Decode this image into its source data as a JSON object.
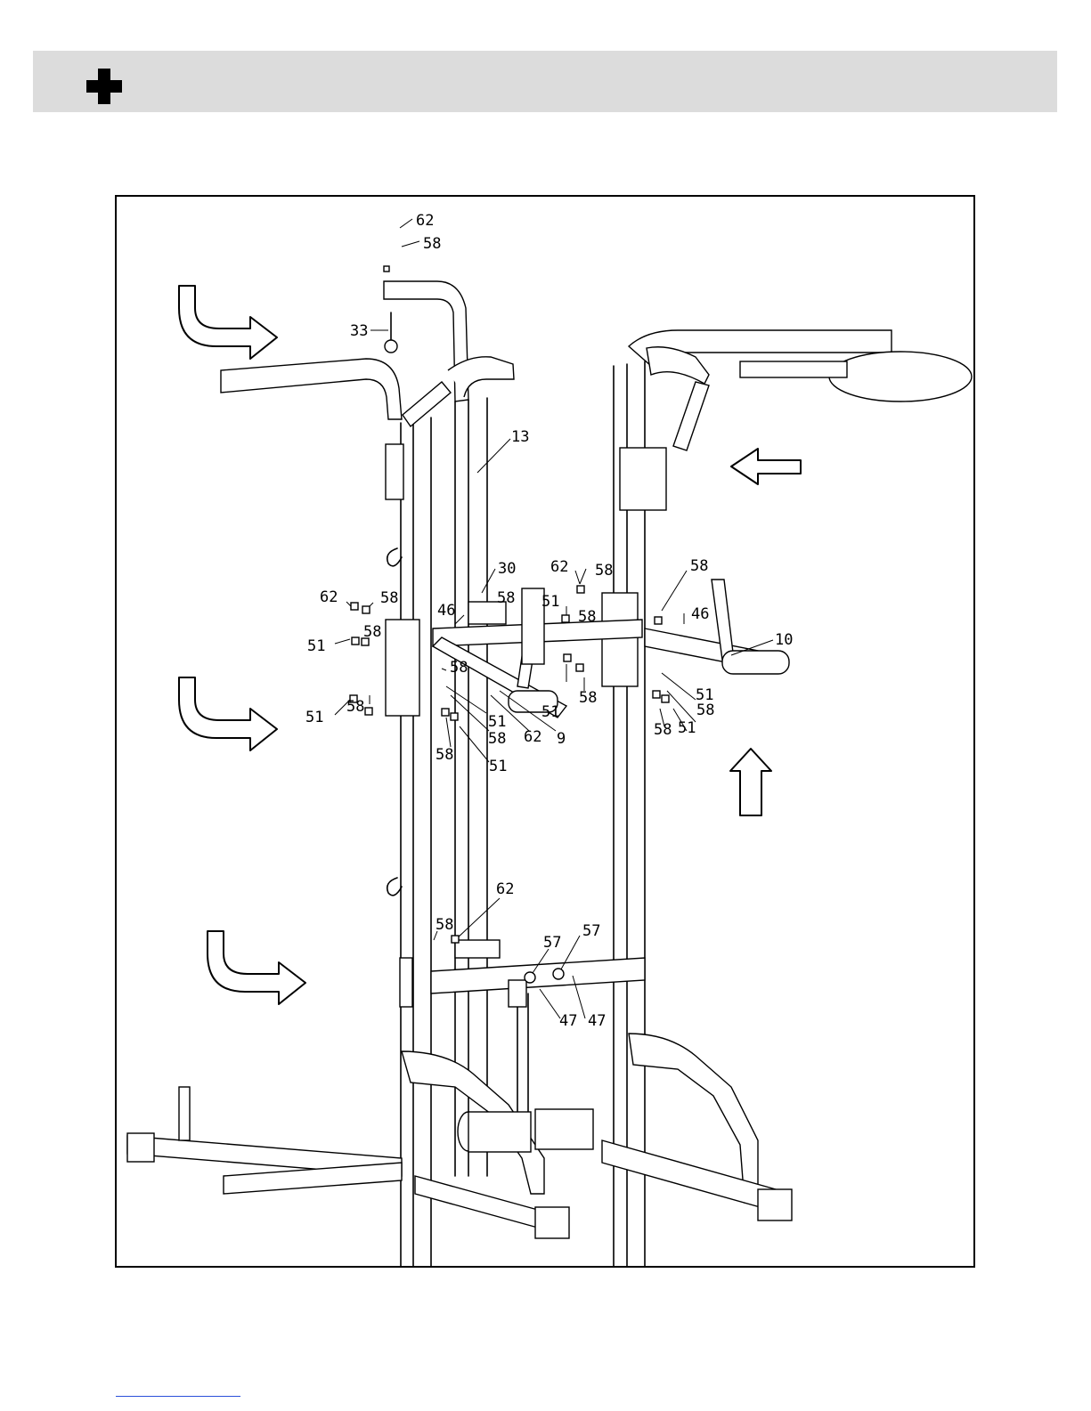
{
  "header": {
    "icon": "plus-icon"
  },
  "callouts": [
    {
      "id": "top-62",
      "text": "62"
    },
    {
      "id": "top-58",
      "text": "58"
    },
    {
      "id": "c33",
      "text": "33"
    },
    {
      "id": "c13",
      "text": "13"
    },
    {
      "id": "c30",
      "text": "30"
    },
    {
      "id": "c62-mid-center",
      "text": "62"
    },
    {
      "id": "c58-mid-center",
      "text": "58"
    },
    {
      "id": "c58-right-top",
      "text": "58"
    },
    {
      "id": "c62-left",
      "text": "62"
    },
    {
      "id": "c58-left-top",
      "text": "58"
    },
    {
      "id": "c58-crossbar",
      "text": "58"
    },
    {
      "id": "c46-left",
      "text": "46"
    },
    {
      "id": "c51-center-top",
      "text": "51"
    },
    {
      "id": "c58-center-a",
      "text": "58"
    },
    {
      "id": "c46-right",
      "text": "46"
    },
    {
      "id": "c10",
      "text": "10"
    },
    {
      "id": "c58-left-mid",
      "text": "58"
    },
    {
      "id": "c51-left-a",
      "text": "51"
    },
    {
      "id": "c58-arm",
      "text": "58"
    },
    {
      "id": "c51-center-b",
      "text": "51"
    },
    {
      "id": "c58-center-b",
      "text": "58"
    },
    {
      "id": "c51-left-b",
      "text": "51"
    },
    {
      "id": "c58-left-bottom",
      "text": "58"
    },
    {
      "id": "c51-right-a",
      "text": "51"
    },
    {
      "id": "c58-right-a",
      "text": "58"
    },
    {
      "id": "c51-arm-a",
      "text": "51"
    },
    {
      "id": "c58-arm-b",
      "text": "58"
    },
    {
      "id": "c62-arm",
      "text": "62"
    },
    {
      "id": "c9",
      "text": "9"
    },
    {
      "id": "c58-right-b",
      "text": "58"
    },
    {
      "id": "c51-right-b",
      "text": "51"
    },
    {
      "id": "c58-arm-c",
      "text": "58"
    },
    {
      "id": "c51-arm-b",
      "text": "51"
    },
    {
      "id": "c62-lower",
      "text": "62"
    },
    {
      "id": "c58-lower",
      "text": "58"
    },
    {
      "id": "c57-a",
      "text": "57"
    },
    {
      "id": "c57-b",
      "text": "57"
    },
    {
      "id": "c47-a",
      "text": "47"
    },
    {
      "id": "c47-b",
      "text": "47"
    }
  ],
  "arrows": [
    {
      "id": "arrow-curved-top-left",
      "icon": "curved-arrow-right-icon"
    },
    {
      "id": "arrow-curved-mid-left",
      "icon": "curved-arrow-right-icon"
    },
    {
      "id": "arrow-curved-bottom-left",
      "icon": "curved-arrow-right-icon"
    },
    {
      "id": "arrow-left-right-side",
      "icon": "arrow-left-icon"
    },
    {
      "id": "arrow-up-right-side",
      "icon": "arrow-up-icon"
    }
  ]
}
